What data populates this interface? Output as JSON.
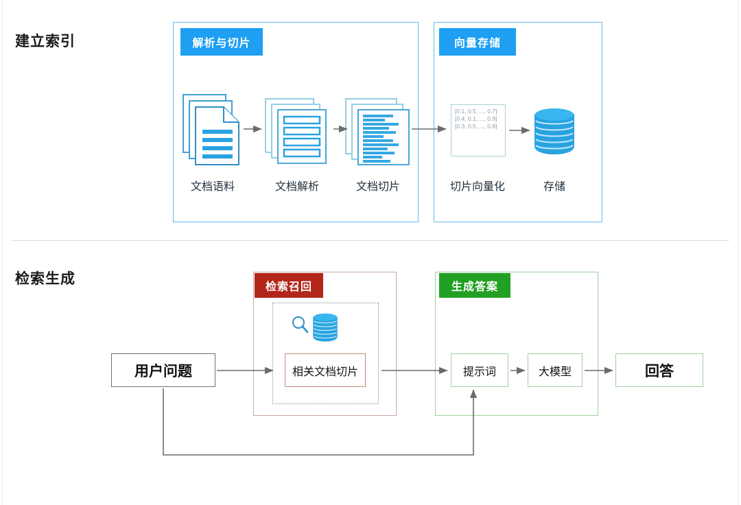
{
  "sections": [
    {
      "id": "index",
      "title": "建立索引"
    },
    {
      "id": "retrieval",
      "title": "检索生成"
    }
  ],
  "panels": [
    {
      "id": "parse-chunk",
      "tag": "解析与切片",
      "color": "#1e9ff2"
    },
    {
      "id": "vector-store",
      "tag": "向量存储",
      "color": "#1e9ff2"
    },
    {
      "id": "retrieve-recall",
      "tag": "检索召回",
      "color": "#b3261a"
    },
    {
      "id": "generate-answer",
      "tag": "生成答案",
      "color": "#22a024"
    }
  ],
  "index_flow": {
    "steps": [
      {
        "id": "corpus",
        "label": "文档语料",
        "icon": "documents-stack-icon"
      },
      {
        "id": "parse",
        "label": "文档解析",
        "icon": "parsed-pages-icon"
      },
      {
        "id": "chunk",
        "label": "文档切片",
        "icon": "chunked-pages-icon"
      },
      {
        "id": "vectorize",
        "label": "切片向量化",
        "icon": "vector-values-icon"
      },
      {
        "id": "store",
        "label": "存储",
        "icon": "database-icon"
      }
    ],
    "vector_values": [
      "[0.1, 0.5, ..., 0.7]",
      "[0.4, 0.1, ..., 0.9]",
      "[0.3, 0.5, ..., 0.8]"
    ]
  },
  "retrieval_flow": {
    "user_question": "用户问题",
    "relevant_chunks": "相关文档切片",
    "prompt": "提示词",
    "llm": "大模型",
    "answer": "回答",
    "search_icon": "search-icon",
    "database_icon": "database-icon"
  },
  "colors": {
    "blue": "#1e9ff2",
    "blue_border": "#66b8ea",
    "red": "#b3261a",
    "red_border": "#c8a79f",
    "green": "#22a024",
    "green_border": "#9fd09f",
    "arrow": "#6b6b6b",
    "text": "#22303d"
  }
}
